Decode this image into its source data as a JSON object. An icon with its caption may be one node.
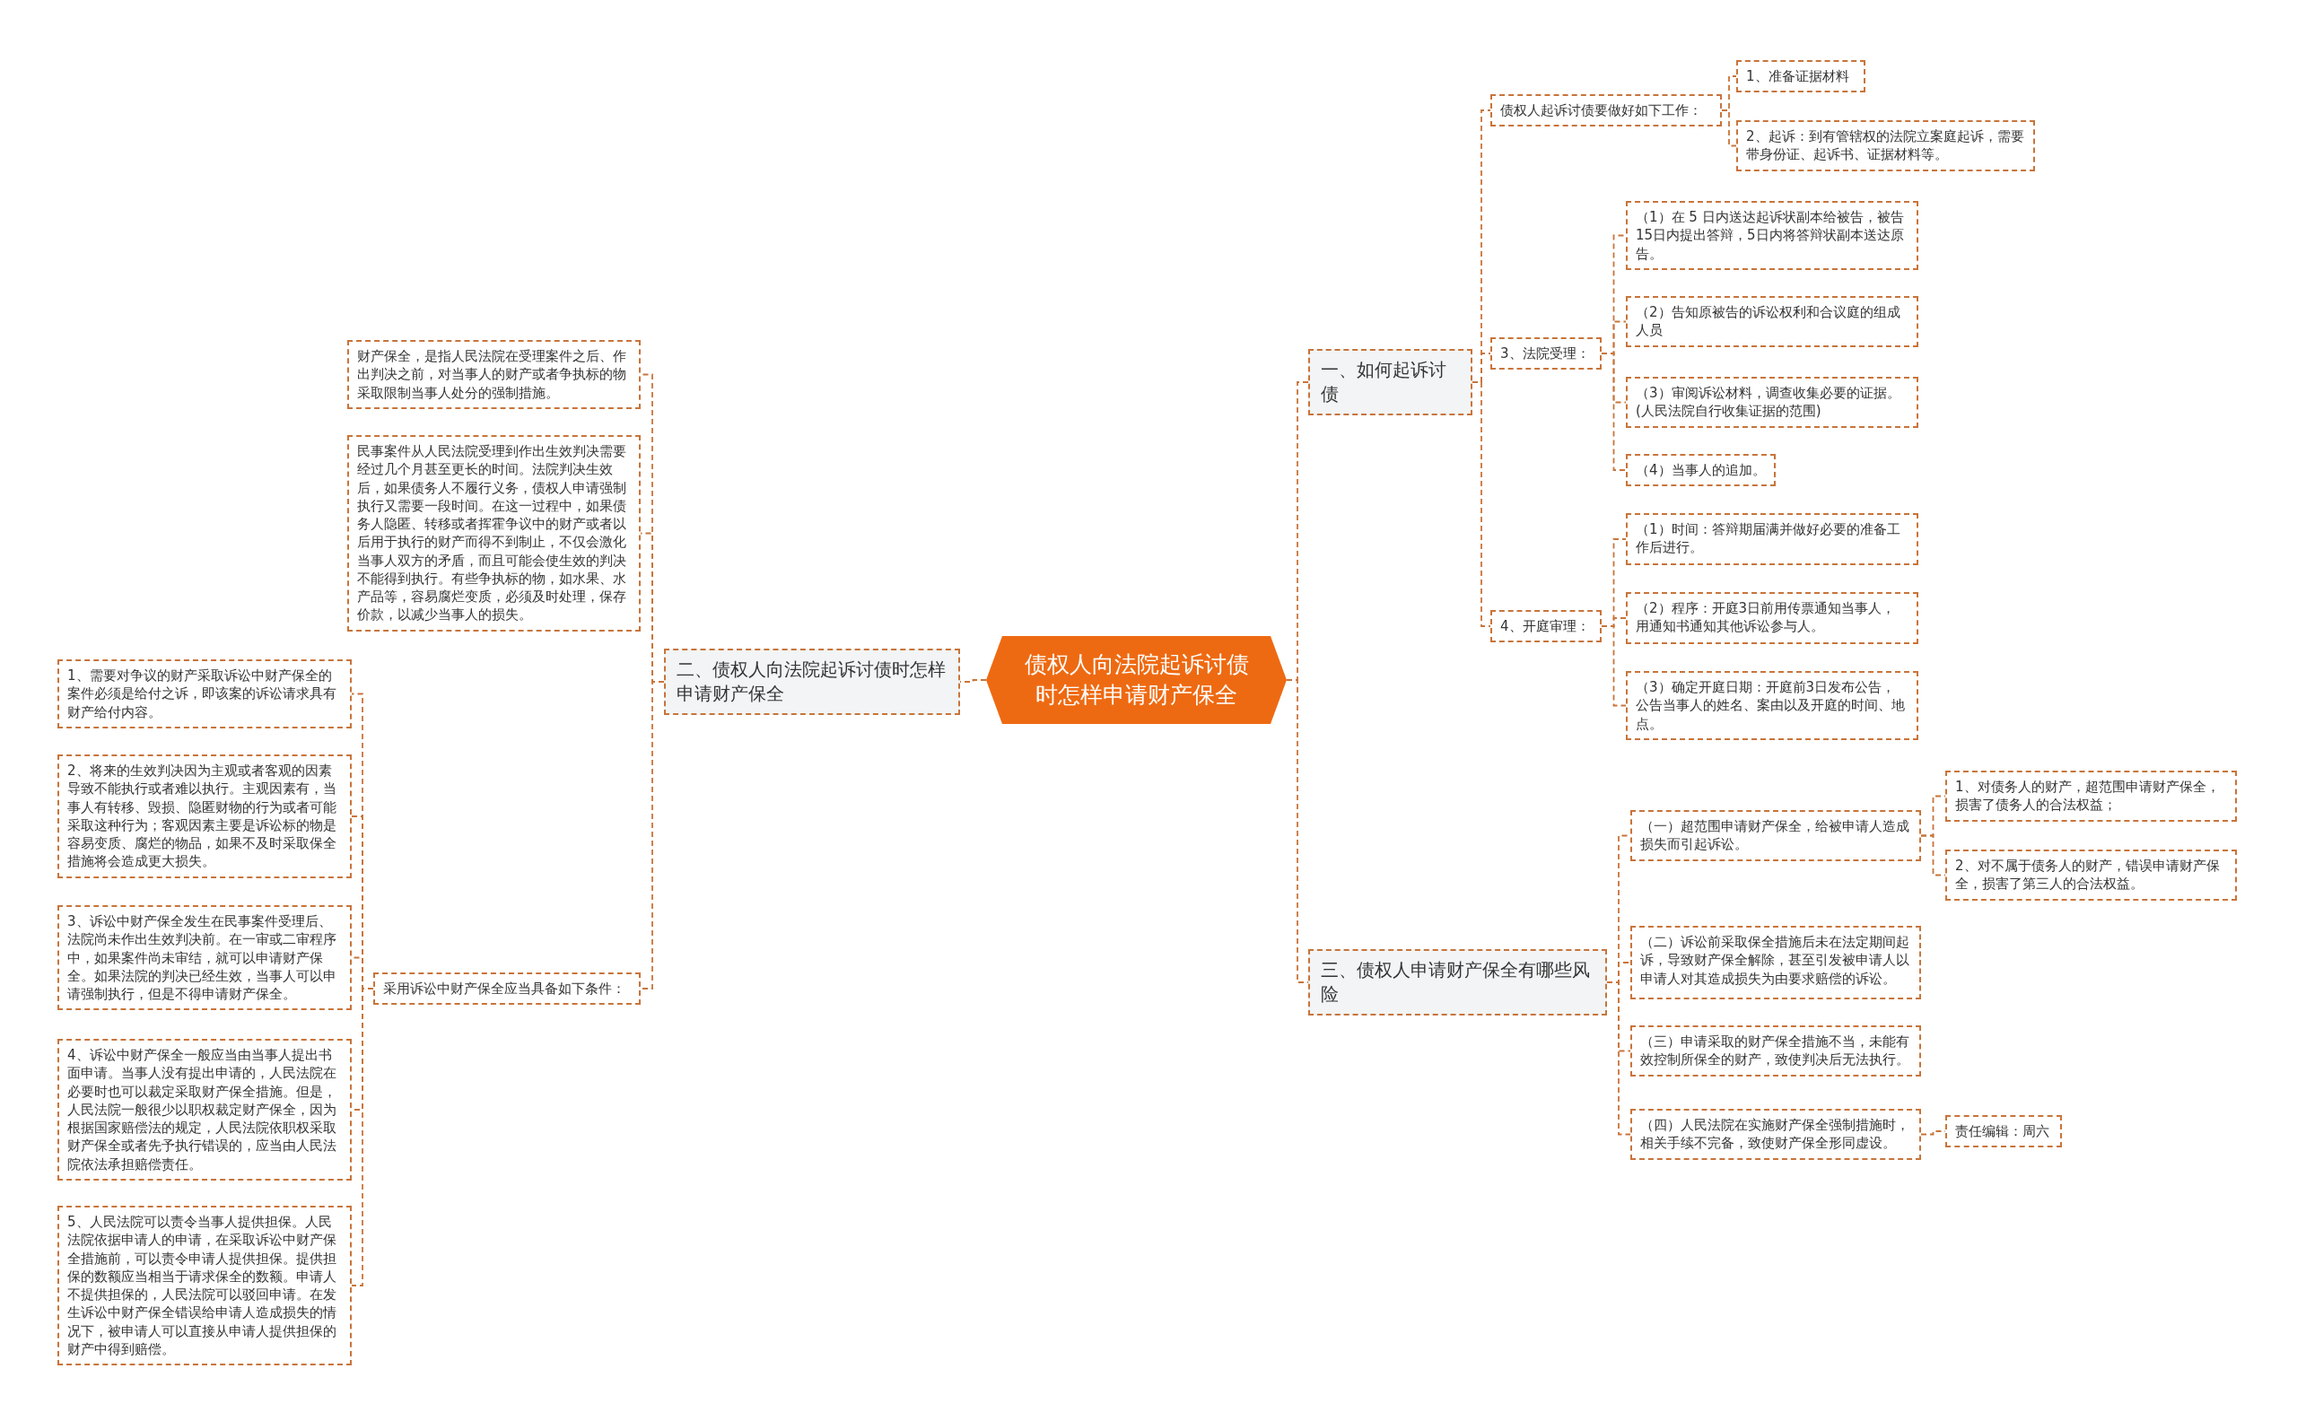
{
  "diagram": {
    "nodes": [
      {
        "text": [
          "债权人向法院起诉讨债时怎样申请财产保全"
        ]
      },
      {
        "text": [
          "一、如何起诉讨债"
        ]
      },
      {
        "text": [
          "债权人起诉讨债要做好如下工作："
        ]
      },
      {
        "text": [
          "1、准备证据材料"
        ]
      },
      {
        "text": [
          "2、起诉：到有管辖权的法院立案庭起诉，需要带身份证、起诉书、证据材料等。"
        ]
      },
      {
        "text": [
          "3、法院受理："
        ]
      },
      {
        "text": [
          "（1）在 5 日内送达起诉状副本给被告，被告15日内提出答辩，5日内将答辩状副本送达原告。"
        ]
      },
      {
        "text": [
          "（2）告知原被告的诉讼权利和合议庭的组成人员"
        ]
      },
      {
        "text": [
          "（3）审阅诉讼材料，调查收集必要的证据。(人民法院自行收集证据的范围)"
        ]
      },
      {
        "text": [
          "（4）当事人的追加。"
        ]
      },
      {
        "text": [
          "4、开庭审理："
        ]
      },
      {
        "text": [
          "（1）时间：答辩期届满并做好必要的准备工作后进行。"
        ]
      },
      {
        "text": [
          "（2）程序：开庭3日前用传票通知当事人，用通知书通知其他诉讼参与人。"
        ]
      },
      {
        "text": [
          "（3）确定开庭日期：开庭前3日发布公告，公告当事人的姓名、案由以及开庭的时间、地点。"
        ]
      },
      {
        "text": [
          "三、债权人申请财产保全有哪些风险"
        ]
      },
      {
        "text": [
          "（一）超范围申请财产保全，给被申请人造成损失而引起诉讼。"
        ]
      },
      {
        "text": [
          "1、对债务人的财产，超范围申请财产保全，损害了债务人的合法权益；"
        ]
      },
      {
        "text": [
          "2、对不属于债务人的财产，错误申请财产保全，损害了第三人的合法权益。"
        ]
      },
      {
        "text": [
          "（二）诉讼前采取保全措施后未在法定期间起诉，导致财产保全解除，甚至引发被申请人以申请人对其造成损失为由要求赔偿的诉讼。"
        ]
      },
      {
        "text": [
          "（三）申请采取的财产保全措施不当，未能有效控制所保全的财产，致使判决后无法执行。"
        ]
      },
      {
        "text": [
          "（四）人民法院在实施财产保全强制措施时，相关手续不完备，致使财产保全形同虚设。"
        ]
      },
      {
        "text": [
          "责任编辑：周六"
        ]
      },
      {
        "text": [
          "二、债权人向法院起诉讨债时怎样申请财产保全"
        ]
      },
      {
        "text": [
          "财产保全，是指人民法院在受理案件之后、作出判决之前，对当事人的财产或者争执标的物采取限制当事人处分的强制措施。"
        ]
      },
      {
        "text": [
          "民事案件从人民法院受理到作出生效判决需要经过几个月甚至更长的时间。法院判决生效后，如果债务人不履行义务，债权人申请强制执行又需要一段时间。在这一过程中，如果债务人隐匿、转移或者挥霍争议中的财产或者以后用于执行的财产而得不到制止，不仅会激化当事人双方的矛盾，而且可能会使生效的判决不能得到执行。有些争执标的物，如水果、水产品等，容易腐烂变质，必须及时处理，保存价款，以减少当事人的损失。"
        ]
      },
      {
        "text": [
          "采用诉讼中财产保全应当具备如下条件："
        ]
      },
      {
        "text": [
          "1、需要对争议的财产采取诉讼中财产保全的案件必须是给付之诉，即该案的诉讼请求具有财产给付内容。"
        ]
      },
      {
        "text": [
          "2、将来的生效判决因为主观或者客观的因素导致不能执行或者难以执行。主观因素有，当事人有转移、毁损、隐匿财物的行为或者可能采取这种行为；客观因素主要是诉讼标的物是容易变质、腐烂的物品，如果不及时采取保全措施将会造成更大损失。"
        ]
      },
      {
        "text": [
          "3、诉讼中财产保全发生在民事案件受理后、法院尚未作出生效判决前。在一审或二审程序中，如果案件尚未审结，就可以申请财产保全。如果法院的判决已经生效，当事人可以申请强制执行，但是不得申请财产保全。"
        ]
      },
      {
        "text": [
          "4、诉讼中财产保全一般应当由当事人提出书面申请。当事人没有提出申请的，人民法院在必要时也可以裁定采取财产保全措施。但是，人民法院一般很少以职权裁定财产保全，因为根据国家赔偿法的规定，人民法院依职权采取财产保全或者先予执行错误的，应当由人民法院依法承担赔偿责任。"
        ]
      },
      {
        "text": [
          "5、人民法院可以责令当事人提供担保。人民法院依据申请人的申请，在采取诉讼中财产保全措施前，可以责令申请人提供担保。提供担保的数额应当相当于请求保全的数额。申请人不提供担保的，人民法院可以驳回申请。在发生诉讼中财产保全错误给申请人造成损失的情况下，被申请人可以直接从申请人提供担保的财产中得到赔偿。"
        ]
      }
    ],
    "edges": [
      {
        "from": 0,
        "to": 1,
        "arrow": "none",
        "style": "dashed"
      },
      {
        "from": 1,
        "to": 2,
        "arrow": "none",
        "style": "dashed"
      },
      {
        "from": 2,
        "to": 3,
        "arrow": "none",
        "style": "dashed"
      },
      {
        "from": 2,
        "to": 4,
        "arrow": "none",
        "style": "dashed"
      },
      {
        "from": 1,
        "to": 5,
        "arrow": "none",
        "style": "dashed"
      },
      {
        "from": 5,
        "to": 6,
        "arrow": "none",
        "style": "dashed"
      },
      {
        "from": 5,
        "to": 7,
        "arrow": "none",
        "style": "dashed"
      },
      {
        "from": 5,
        "to": 8,
        "arrow": "none",
        "style": "dashed"
      },
      {
        "from": 5,
        "to": 9,
        "arrow": "none",
        "style": "dashed"
      },
      {
        "from": 1,
        "to": 10,
        "arrow": "none",
        "style": "dashed"
      },
      {
        "from": 10,
        "to": 11,
        "arrow": "none",
        "style": "dashed"
      },
      {
        "from": 10,
        "to": 12,
        "arrow": "none",
        "style": "dashed"
      },
      {
        "from": 10,
        "to": 13,
        "arrow": "none",
        "style": "dashed"
      },
      {
        "from": 0,
        "to": 14,
        "arrow": "none",
        "style": "dashed"
      },
      {
        "from": 14,
        "to": 15,
        "arrow": "none",
        "style": "dashed"
      },
      {
        "from": 15,
        "to": 16,
        "arrow": "none",
        "style": "dashed"
      },
      {
        "from": 15,
        "to": 17,
        "arrow": "none",
        "style": "dashed"
      },
      {
        "from": 14,
        "to": 18,
        "arrow": "none",
        "style": "dashed"
      },
      {
        "from": 14,
        "to": 19,
        "arrow": "none",
        "style": "dashed"
      },
      {
        "from": 14,
        "to": 20,
        "arrow": "none",
        "style": "dashed"
      },
      {
        "from": 20,
        "to": 21,
        "arrow": "none",
        "style": "dashed"
      },
      {
        "from": 0,
        "to": 22,
        "arrow": "none",
        "style": "dashed"
      },
      {
        "from": 22,
        "to": 23,
        "arrow": "none",
        "style": "dashed"
      },
      {
        "from": 22,
        "to": 24,
        "arrow": "none",
        "style": "dashed"
      },
      {
        "from": 22,
        "to": 25,
        "arrow": "none",
        "style": "dashed"
      },
      {
        "from": 25,
        "to": 26,
        "arrow": "none",
        "style": "dashed"
      },
      {
        "from": 25,
        "to": 27,
        "arrow": "none",
        "style": "dashed"
      },
      {
        "from": 25,
        "to": 28,
        "arrow": "none",
        "style": "dashed"
      },
      {
        "from": 25,
        "to": 29,
        "arrow": "none",
        "style": "dashed"
      },
      {
        "from": 25,
        "to": 30,
        "arrow": "none",
        "style": "dashed"
      }
    ]
  }
}
